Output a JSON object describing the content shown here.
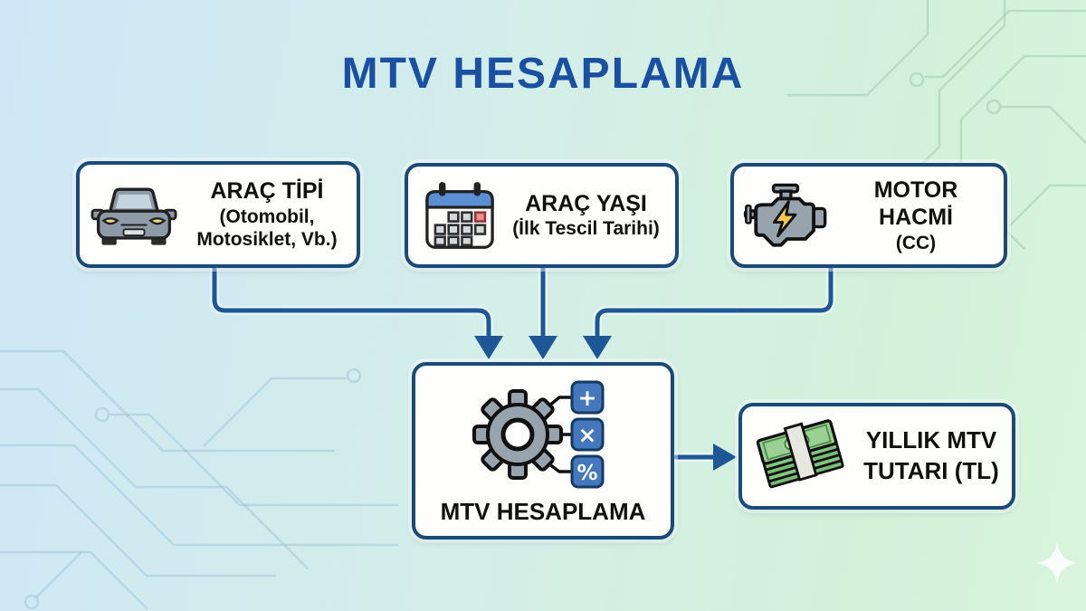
{
  "title": "MTV HESAPLAMA",
  "colors": {
    "title_blue": "#1a50a2",
    "box_border_navy": "#1c4a78",
    "connector_blue": "#1d5796",
    "operator_square_blue": "#4577bd",
    "background_left": "#cee7f6",
    "background_right": "#d8f4dd"
  },
  "nodes": {
    "arac_tipi": {
      "icon": "car-icon",
      "title": "ARAÇ TİPİ",
      "subtitle_line1": "(Otomobil,",
      "subtitle_line2": "Motosiklet, Vb.)"
    },
    "arac_yasi": {
      "icon": "calendar-icon",
      "title": "ARAÇ YAŞI",
      "subtitle": "(İlk Tescil Tarihi)"
    },
    "motor_hacmi": {
      "icon": "engine-icon",
      "title": "MOTOR HACMİ",
      "subtitle": "(CC)"
    },
    "hesaplama": {
      "icon": "gear-calculator-icon",
      "title": "MTV HESAPLAMA",
      "operators": [
        "+",
        "×",
        "%"
      ]
    },
    "sonuc": {
      "icon": "money-stack-icon",
      "title_line1": "YILLIK MTV",
      "title_line2": "TUTARI (TL)"
    }
  },
  "decorations": {
    "pattern": "circuit-board-traces",
    "sparkle": "four-point-star"
  }
}
